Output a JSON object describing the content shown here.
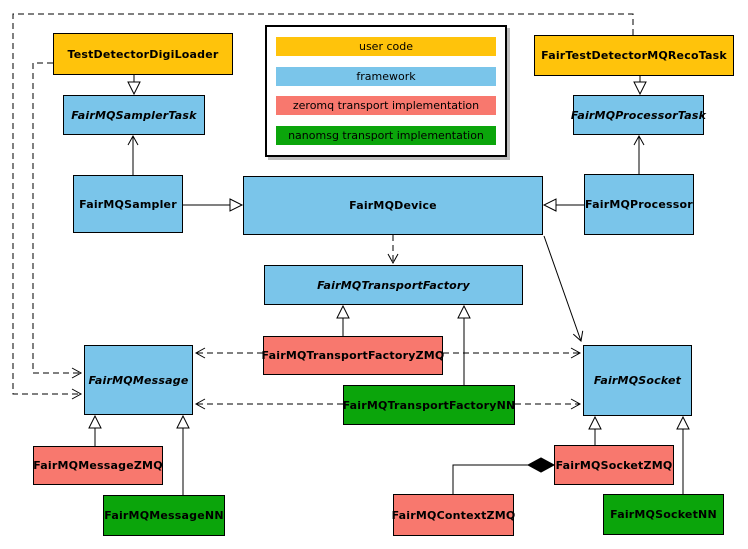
{
  "legend": {
    "items": [
      {
        "label": "user code",
        "color": "#FFC30B"
      },
      {
        "label": "framework",
        "color": "#7AC5EA"
      },
      {
        "label": "zeromq transport implementation",
        "color": "#F8786E"
      },
      {
        "label": "nanomsg transport implementation",
        "color": "#0BA50B"
      }
    ]
  },
  "nodes": {
    "tddl": {
      "label": "TestDetectorDigiLoader",
      "category": "user code",
      "abstract": false
    },
    "samplertask": {
      "label": "FairMQSamplerTask",
      "category": "framework",
      "abstract": true
    },
    "sampler": {
      "label": "FairMQSampler",
      "category": "framework",
      "abstract": false
    },
    "device": {
      "label": "FairMQDevice",
      "category": "framework",
      "abstract": false
    },
    "processor": {
      "label": "FairMQProcessor",
      "category": "framework",
      "abstract": false
    },
    "processortask": {
      "label": "FairMQProcessorTask",
      "category": "framework",
      "abstract": true
    },
    "recotask": {
      "label": "FairTestDetectorMQRecoTask",
      "category": "user code",
      "abstract": false
    },
    "factory": {
      "label": "FairMQTransportFactory",
      "category": "framework",
      "abstract": true
    },
    "factoryzmq": {
      "label": "FairMQTransportFactoryZMQ",
      "category": "zeromq transport implementation",
      "abstract": false
    },
    "factorynn": {
      "label": "FairMQTransportFactoryNN",
      "category": "nanomsg transport implementation",
      "abstract": false
    },
    "message": {
      "label": "FairMQMessage",
      "category": "framework",
      "abstract": true
    },
    "socket": {
      "label": "FairMQSocket",
      "category": "framework",
      "abstract": true
    },
    "messagezmq": {
      "label": "FairMQMessageZMQ",
      "category": "zeromq transport implementation",
      "abstract": false
    },
    "messagenn": {
      "label": "FairMQMessageNN",
      "category": "nanomsg transport implementation",
      "abstract": false
    },
    "socketzmq": {
      "label": "FairMQSocketZMQ",
      "category": "zeromq transport implementation",
      "abstract": false
    },
    "socketnn": {
      "label": "FairMQSocketNN",
      "category": "nanomsg transport implementation",
      "abstract": false
    },
    "contextzmq": {
      "label": "FairMQContextZMQ",
      "category": "zeromq transport implementation",
      "abstract": false
    }
  },
  "edges": [
    {
      "from": "TestDetectorDigiLoader",
      "to": "FairMQSamplerTask",
      "type": "inheritance",
      "style": "solid"
    },
    {
      "from": "FairMQSampler",
      "to": "FairMQSamplerTask",
      "type": "association",
      "style": "solid"
    },
    {
      "from": "FairMQSampler",
      "to": "FairMQDevice",
      "type": "inheritance",
      "style": "solid"
    },
    {
      "from": "FairMQProcessor",
      "to": "FairMQDevice",
      "type": "inheritance",
      "style": "solid"
    },
    {
      "from": "FairMQProcessor",
      "to": "FairMQProcessorTask",
      "type": "association",
      "style": "solid"
    },
    {
      "from": "FairTestDetectorMQRecoTask",
      "to": "FairMQProcessorTask",
      "type": "inheritance",
      "style": "solid"
    },
    {
      "from": "FairMQDevice",
      "to": "FairMQTransportFactory",
      "type": "dependency",
      "style": "dashed"
    },
    {
      "from": "FairMQDevice",
      "to": "FairMQSocket",
      "type": "association",
      "style": "solid"
    },
    {
      "from": "FairMQTransportFactoryZMQ",
      "to": "FairMQTransportFactory",
      "type": "inheritance",
      "style": "solid"
    },
    {
      "from": "FairMQTransportFactoryNN",
      "to": "FairMQTransportFactory",
      "type": "inheritance",
      "style": "solid"
    },
    {
      "from": "FairMQTransportFactoryZMQ",
      "to": "FairMQMessage",
      "type": "dependency",
      "style": "dashed"
    },
    {
      "from": "FairMQTransportFactoryZMQ",
      "to": "FairMQSocket",
      "type": "dependency",
      "style": "dashed"
    },
    {
      "from": "FairMQTransportFactoryNN",
      "to": "FairMQMessage",
      "type": "dependency",
      "style": "dashed"
    },
    {
      "from": "FairMQTransportFactoryNN",
      "to": "FairMQSocket",
      "type": "dependency",
      "style": "dashed"
    },
    {
      "from": "TestDetectorDigiLoader",
      "to": "FairMQMessage",
      "type": "dependency",
      "style": "dashed"
    },
    {
      "from": "FairTestDetectorMQRecoTask",
      "to": "FairMQMessage",
      "type": "dependency",
      "style": "dashed"
    },
    {
      "from": "FairMQMessageZMQ",
      "to": "FairMQMessage",
      "type": "inheritance",
      "style": "solid"
    },
    {
      "from": "FairMQMessageNN",
      "to": "FairMQMessage",
      "type": "inheritance",
      "style": "solid"
    },
    {
      "from": "FairMQSocketZMQ",
      "to": "FairMQSocket",
      "type": "inheritance",
      "style": "solid"
    },
    {
      "from": "FairMQSocketNN",
      "to": "FairMQSocket",
      "type": "inheritance",
      "style": "solid"
    },
    {
      "from": "FairMQContextZMQ",
      "to": "FairMQSocketZMQ",
      "type": "composition",
      "style": "solid"
    }
  ]
}
